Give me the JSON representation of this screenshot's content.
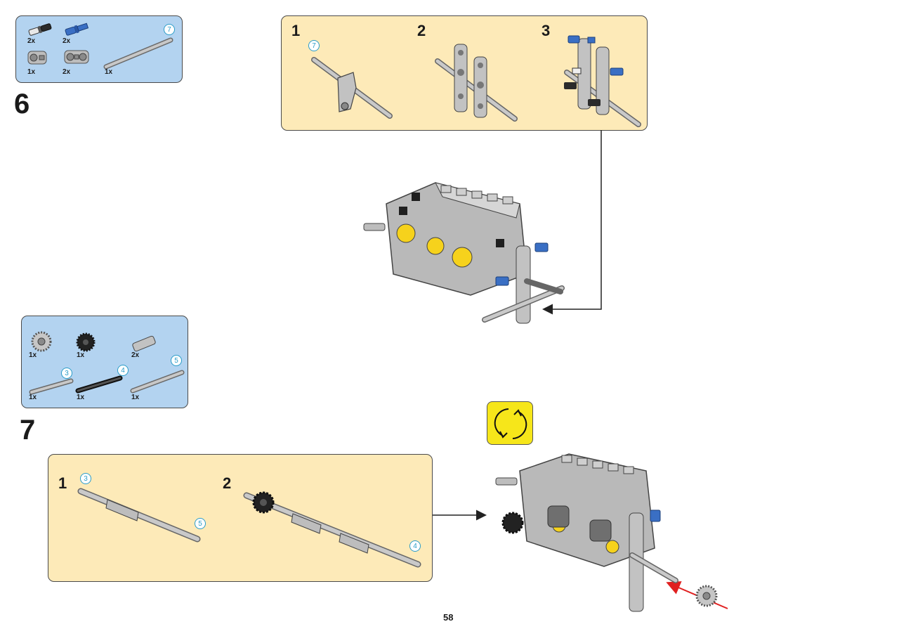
{
  "page_number": "58",
  "step6": {
    "number": "6",
    "parts": [
      {
        "name": "friction-pin-black",
        "qty": "2x"
      },
      {
        "name": "axle-pin-blue",
        "qty": "2x"
      },
      {
        "name": "cross-block-grey",
        "qty": "1x"
      },
      {
        "name": "double-cross-block-grey",
        "qty": "2x"
      },
      {
        "name": "axle-7-grey",
        "qty": "1x",
        "length": "7"
      }
    ],
    "substeps": [
      {
        "label": "1",
        "badge": "7"
      },
      {
        "label": "2"
      },
      {
        "label": "3"
      }
    ]
  },
  "step7": {
    "number": "7",
    "parts": [
      {
        "name": "gear-16-grey",
        "qty": "1x"
      },
      {
        "name": "gear-12-black",
        "qty": "1x"
      },
      {
        "name": "axle-connector-grey",
        "qty": "2x"
      },
      {
        "name": "axle-3-grey",
        "qty": "1x",
        "length": "3"
      },
      {
        "name": "axle-4-black",
        "qty": "1x",
        "length": "4"
      },
      {
        "name": "axle-5-grey",
        "qty": "1x",
        "length": "5"
      }
    ],
    "substeps": [
      {
        "label": "1",
        "badge_a": "3",
        "badge_b": "5"
      },
      {
        "label": "2",
        "badge": "4"
      }
    ]
  },
  "icons": {
    "rotate": "rotate-model-icon",
    "accent_yellow": "#f6e61a",
    "parts_bg": "#b3d3f0",
    "substep_bg": "#fdeab8",
    "arrow_red": "#e02020"
  }
}
